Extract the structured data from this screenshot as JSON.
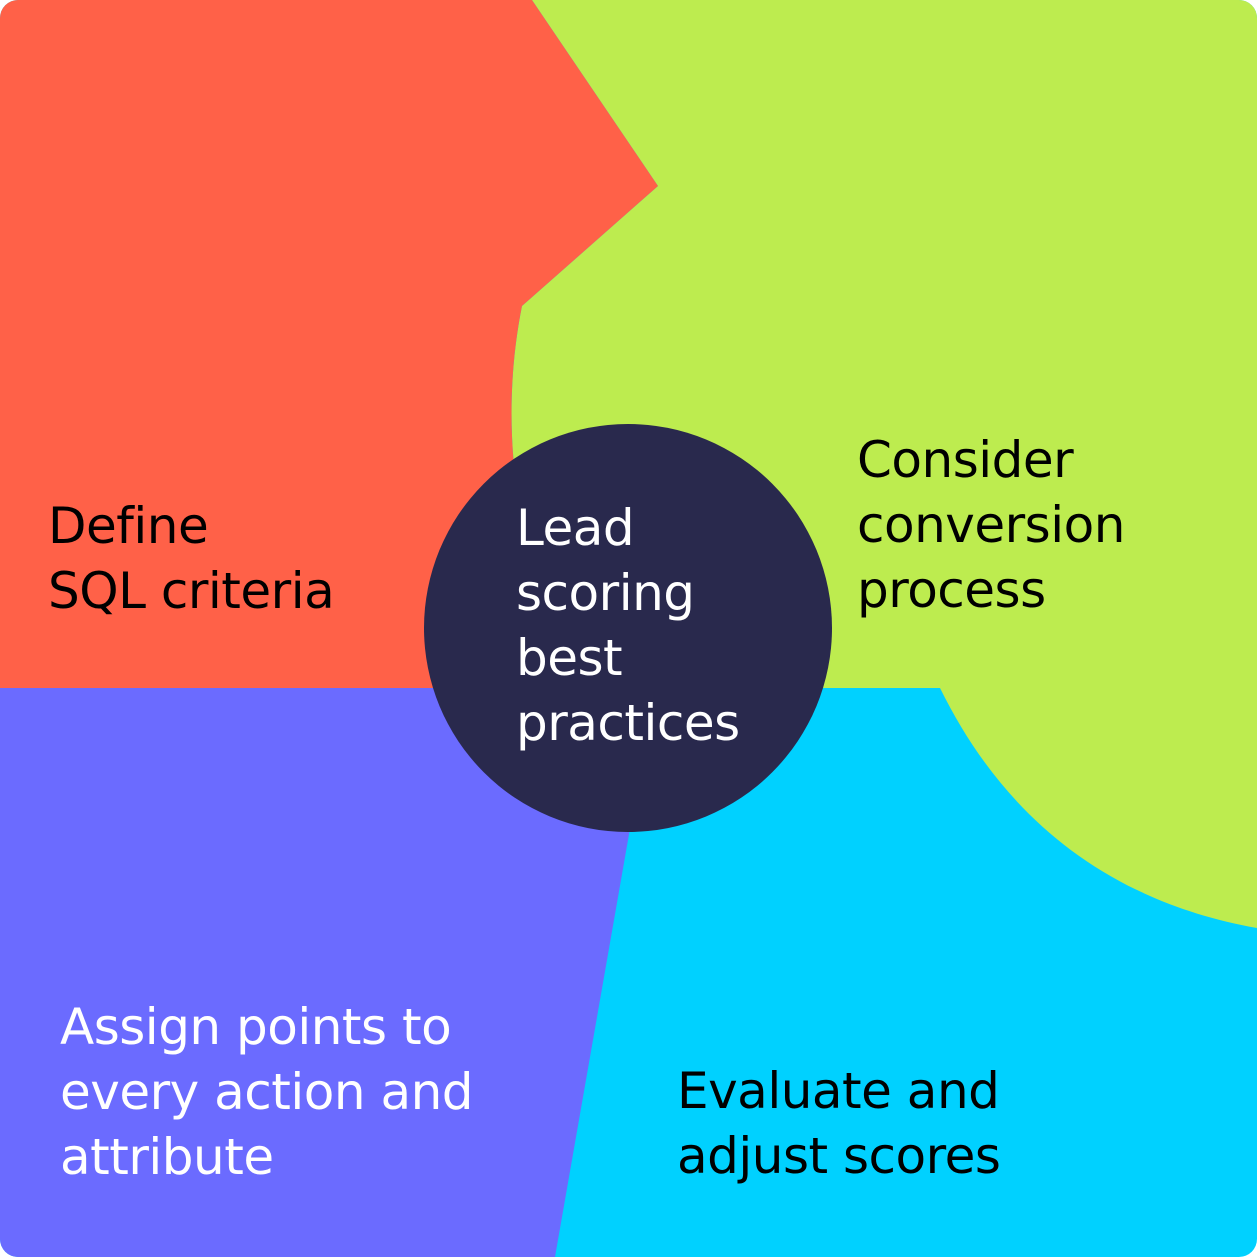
{
  "diagram": {
    "center": {
      "label": "Lead\nscoring\nbest\npractices",
      "color": "#29294d"
    },
    "quadrants": {
      "define": {
        "label": "Define\nSQL criteria",
        "color": "#ff6148",
        "text_color": "#000000"
      },
      "consider": {
        "label": "Consider\nconversion\nprocess",
        "color": "#bdec4f",
        "text_color": "#000000"
      },
      "assign": {
        "label": "Assign points to\nevery action and\nattribute",
        "color": "#6b6bff",
        "text_color": "#ffffff"
      },
      "evaluate": {
        "label": "Evaluate and\nadjust scores",
        "color": "#00d1ff",
        "text_color": "#000000"
      }
    }
  }
}
